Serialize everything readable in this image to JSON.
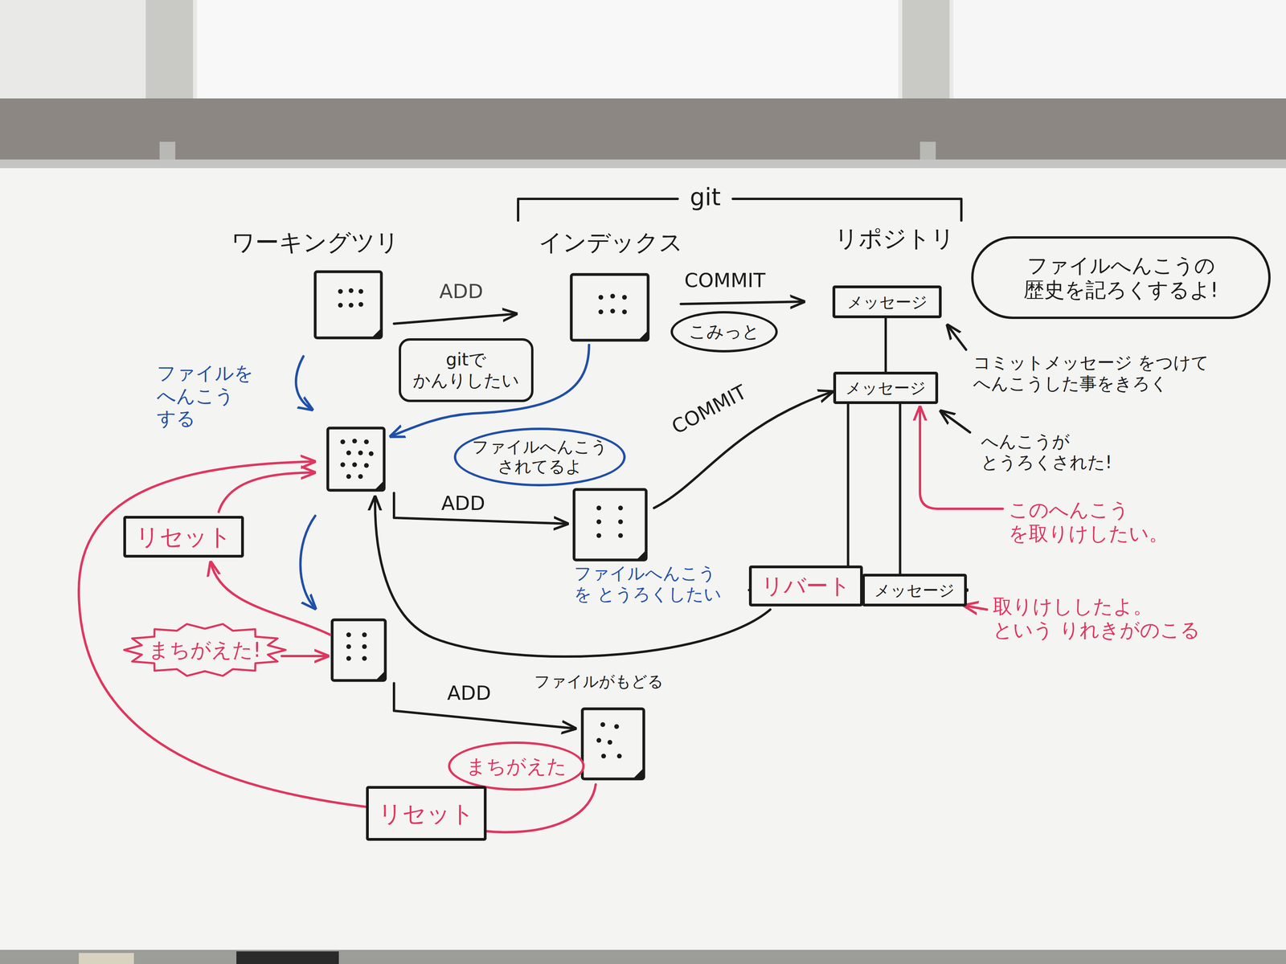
{
  "diagram": {
    "nodes": [
      {
        "text": [
          "ファイルへんこうの 歴史を記ろくするよ!"
        ]
      },
      {
        "text": [
          "メッセージ"
        ]
      },
      {
        "text": [
          "こみっと"
        ]
      },
      {
        "text": [
          "gitで かんりしたい"
        ]
      },
      {
        "text": [
          "メッセージ"
        ]
      },
      {
        "text": [
          "ファイルへんこう されてるよ"
        ]
      },
      {
        "text": [
          "リセット"
        ]
      },
      {
        "text": [
          "リバート"
        ]
      },
      {
        "text": [
          "メッセージ"
        ]
      },
      {
        "text": [
          "まちがえた!"
        ]
      },
      {
        "text": [
          "まちがえた"
        ]
      },
      {
        "text": [
          "リセット"
        ]
      }
    ],
    "edges": [
      {
        "from": 1,
        "to": 4,
        "arrow": "none"
      },
      {
        "from": 4,
        "to": 8,
        "arrow": "none"
      },
      {
        "from": 4,
        "to": 7,
        "arrow": "none"
      },
      {
        "from": 7,
        "to": 8,
        "arrow": "to"
      }
    ],
    "labels": [
      "git",
      "ワーキングツリ",
      "インデックス",
      "リポジトリ",
      "ADD",
      "COMMIT",
      "ファイルを へんこう する",
      "コミットメッセージ をつけて へんこうした事をきろく",
      "へんこうが とうろくされた!",
      "COMMIT",
      "ADD",
      "ファイルへんこう を とうろくしたい",
      "このへんこう を取りけしたい。",
      "取りけししたよ。 という りれきがのこる",
      "ファイルがもどる",
      "ADD"
    ]
  }
}
